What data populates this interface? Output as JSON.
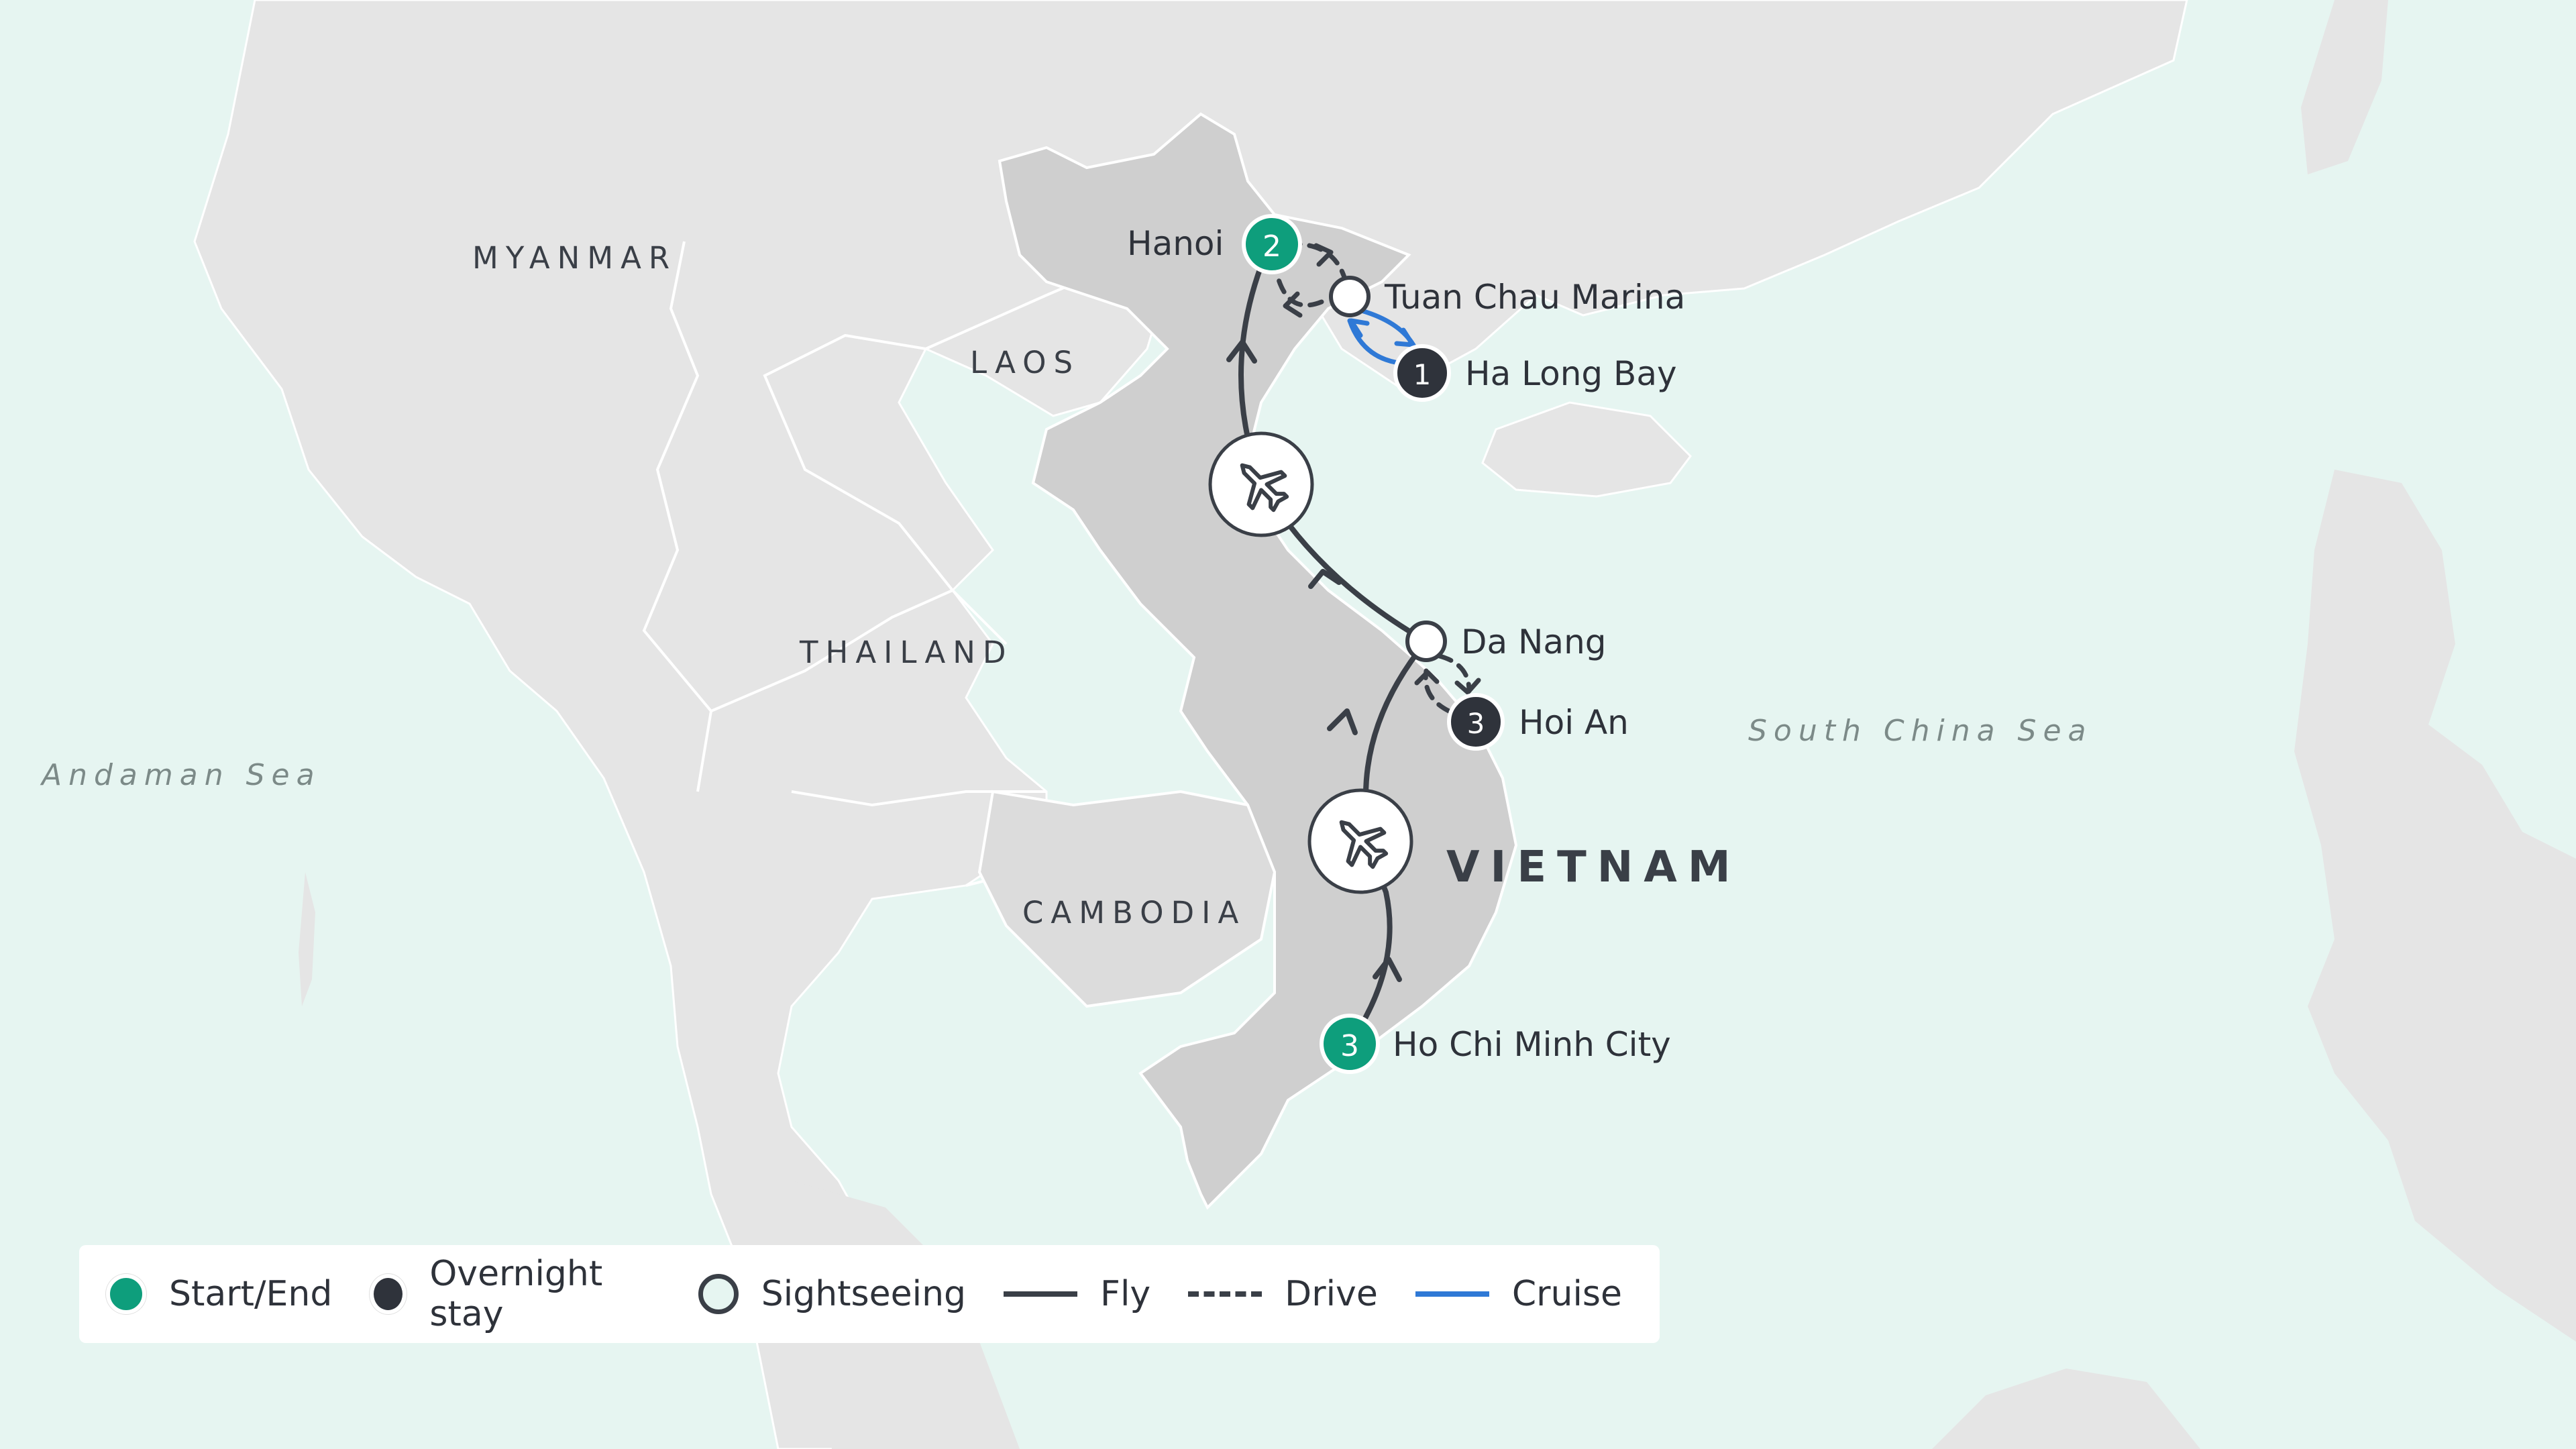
{
  "countries": {
    "myanmar": "MYANMAR",
    "laos": "LAOS",
    "thailand": "THAILAND",
    "cambodia": "CAMBODIA",
    "vietnam": "VIETNAM"
  },
  "seas": {
    "andaman": "Andaman Sea",
    "south_china": "South China Sea"
  },
  "stops": {
    "hanoi": {
      "label": "Hanoi",
      "nights": "2",
      "type": "start-end"
    },
    "tuan_chau": {
      "label": "Tuan Chau Marina",
      "type": "sightseeing"
    },
    "ha_long": {
      "label": "Ha Long Bay",
      "nights": "1",
      "type": "overnight"
    },
    "da_nang": {
      "label": "Da Nang",
      "type": "sightseeing"
    },
    "hoi_an": {
      "label": "Hoi An",
      "nights": "3",
      "type": "overnight"
    },
    "hcmc": {
      "label": "Ho Chi Minh City",
      "nights": "3",
      "type": "start-end"
    }
  },
  "legend": {
    "start_end": "Start/End",
    "overnight": "Overnight stay",
    "sightseeing": "Sightseeing",
    "fly": "Fly",
    "drive": "Drive",
    "cruise": "Cruise"
  },
  "colors": {
    "sea": "#e6f5f1",
    "land": "#e5e5e5",
    "highlight_land": "#cfcfcf",
    "start_end": "#0e9e7c",
    "overnight": "#2f333b",
    "route": "#3a3f47",
    "cruise": "#2f79d6"
  },
  "icons": {
    "transport": "airplane-icon"
  }
}
